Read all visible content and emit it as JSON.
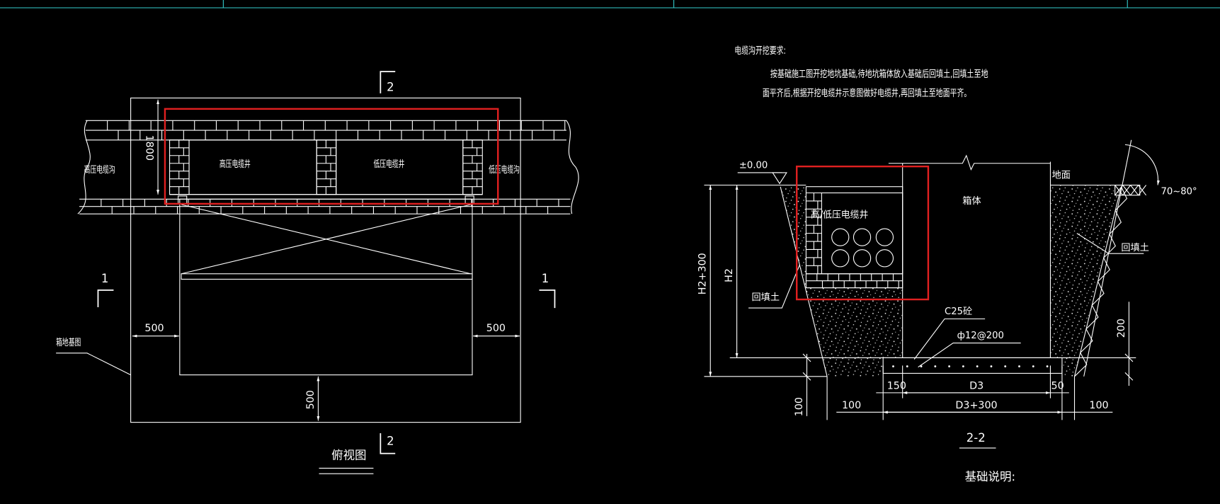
{
  "viewport": {
    "background": "#000000",
    "line_color": "#ffffff",
    "highlight_color": "#e02020",
    "tab_line_color": "#33cccc"
  },
  "notes": {
    "heading": "电缆沟开挖要求:",
    "line1": "按基础施工图开挖地坑基础,待地坑箱体放入基础后回填土,回填土至地",
    "line2": "面平齐后,根据开挖电缆井示意图做好电缆井,再回填土至地面平齐。"
  },
  "plan_view": {
    "title": "俯视图",
    "section_2_top": "2",
    "section_2_bottom": "2",
    "section_1_left": "1",
    "section_1_right": "1",
    "dim_height": "1800",
    "dim_left": "500",
    "dim_right": "500",
    "dim_bottom": "500",
    "label_hv_trench": "高压电缆沟",
    "label_hv_well": "高压电缆井",
    "label_lv_well": "低压电缆井",
    "label_lv_trench": "低压电缆沟",
    "label_foundation": "箱地基图"
  },
  "section_view": {
    "title": "2-2",
    "elevation": "±0.00",
    "well_label": "高/低压电缆井",
    "box_label": "箱体",
    "ground_label": "地面",
    "angle": "70~80°",
    "backfill_right": "回填土",
    "backfill_left": "回填土",
    "dim_h2_300": "H2+300",
    "dim_h2": "H2",
    "concrete": "C25砼",
    "rebar": "ф12@200",
    "dim_200": "200",
    "dim_150": "150",
    "dim_d3": "D3",
    "dim_50": "50",
    "dim_d3_300": "D3+300",
    "dim_100_left": "100",
    "dim_100_right": "100",
    "dim_100_vertical": "100"
  },
  "foundation_notes": {
    "heading": "基础说明:"
  }
}
